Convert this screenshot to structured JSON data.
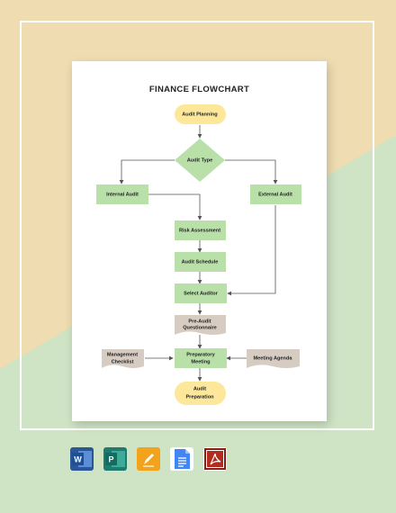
{
  "colors": {
    "background_top": "#efdcb0",
    "background_bottom": "#cfe3c5",
    "terminal_fill": "#fde79a",
    "process_fill": "#b9e0a9",
    "document_fill": "#d6ccc2",
    "connector": "#555555"
  },
  "document": {
    "title": "FINANCE FLOWCHART"
  },
  "flowchart": {
    "nodes": {
      "audit_planning": "Audit Planning",
      "audit_type": "Audit Type",
      "internal_audit": "Internal Audit",
      "external_audit": "External Audit",
      "risk_assessment": "Risk Assessment",
      "audit_schedule": "Audit Schedule",
      "select_auditor": "Select Auditor",
      "pre_audit_line1": "Pre-Audit",
      "pre_audit_line2": "Questionnaire",
      "preparatory_line1": "Preparatory",
      "preparatory_line2": "Meeting",
      "management_line1": "Management",
      "management_line2": "Checklist",
      "meeting_agenda": "Meeting Agenda",
      "audit_prep_line1": "Audit",
      "audit_prep_line2": "Preparation"
    }
  },
  "file_formats": {
    "word_icon": "W",
    "publisher_icon": "P",
    "pages_icon": "pages-pencil",
    "gdocs_icon": "google-docs",
    "pdf_icon": "acrobat-pdf"
  }
}
